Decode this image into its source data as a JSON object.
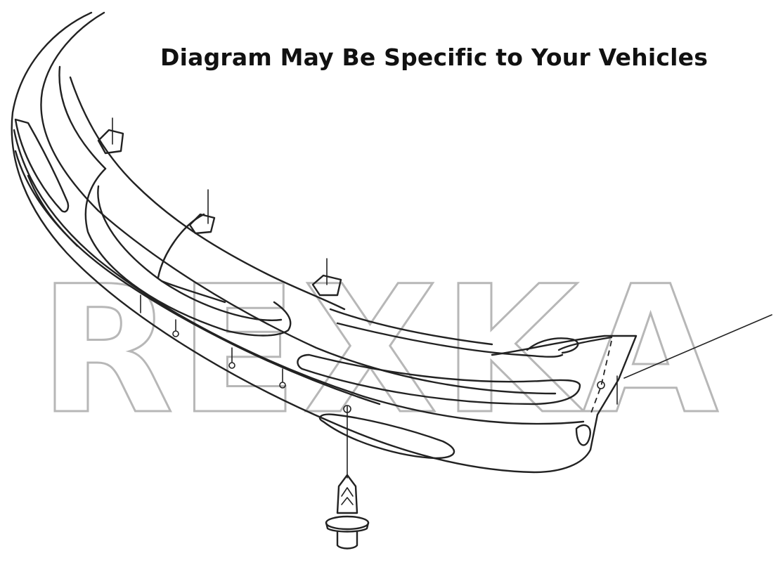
{
  "diagram": {
    "title": "Diagram May Be Specific to Your Vehicles",
    "watermark": "REXKA",
    "subject": "front-bumper-cover",
    "fastener": "push-clip"
  }
}
